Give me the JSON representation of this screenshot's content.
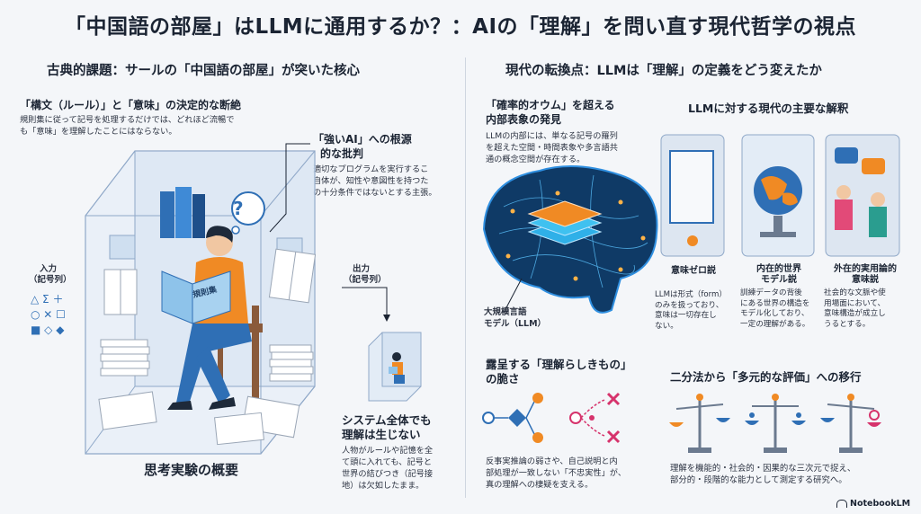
{
  "title": "「中国語の部屋」はLLMに通用するか？：AIの「理解」を問い直す現代哲学の視点",
  "left": {
    "header": "古典的課題：サールの「中国語の部屋」が突いた核心",
    "decisive": {
      "title": "「構文（ルール）」と「意味」の決定的な断絶",
      "line1": "規則集に従って記号を処理するだけでは、どれほど流暢で",
      "line2": "も「意味」を理解したことにはならない。"
    },
    "strong_ai": {
      "title1": "「強いAI」への根源",
      "title2": "的な批判",
      "line1": "適切なプログラムを実行するこ",
      "line2": "自体が、知性や意図性を持つた",
      "line3": "の十分条件ではないとする主張。"
    },
    "input": {
      "l1": "入力",
      "l2": "（記号列）",
      "symbols1": "△ Σ ＋",
      "symbols2": "○ ✕ ☐",
      "symbols3": "■ ◇ ◆"
    },
    "output": {
      "l1": "出力",
      "l2": "（記号列）"
    },
    "book_label": "規則集",
    "question_mark": "?",
    "caption": "思考実験の概要",
    "system": {
      "title1": "システム全体でも",
      "title2": "理解は生じない",
      "line1": "人物がルールや記憶を全",
      "line2": "て頭に入れても、記号と",
      "line3": "世界の結びつき（記号接",
      "line4": "地）は欠如したまま。"
    }
  },
  "right": {
    "header": "現代の転換点：LLMは「理解」の定義をどう変えたか",
    "parrot": {
      "title1": "「確率的オウム」を超える",
      "title2": "内部表象の発見",
      "line1": "LLMの内部には、単なる記号の羅列",
      "line2": "を超えた空間・時間表象や多言語共",
      "line3": "通の概念空間が存在する。"
    },
    "llm_label1": "大規模言語",
    "llm_label2": "モデル（LLM）",
    "interpretations": {
      "title": "LLMに対する現代の主要な解釈",
      "items": [
        {
          "name1": "意味ゼロ説",
          "name2": "",
          "l1": "LLMは形式（form）",
          "l2": "のみを扱っており、",
          "l3": "意味は一切存在し",
          "l4": "ない。"
        },
        {
          "name1": "内在的世界",
          "name2": "モデル説",
          "l1": "訓練データの背後",
          "l2": "にある世界の構造を",
          "l3": "モデル化しており、",
          "l4": "一定の理解がある。"
        },
        {
          "name1": "外在的実用論的",
          "name2": "意味説",
          "l1": "社会的な文脈や使",
          "l2": "用場面において、",
          "l3": "意味構造が成立し",
          "l4": "うるとする。"
        }
      ]
    },
    "fragility": {
      "title1": "露呈する「理解らしきもの」",
      "title2": "の脆さ",
      "line1": "反事実推論の弱さや、自己説明と内",
      "line2": "部処理が一致しない「不忠実性」が、",
      "line3": "真の理解への棲疑を支える。"
    },
    "multi": {
      "title": "二分法から「多元的な評価」への移行",
      "line1": "理解を機能的・社会的・因果的な三次元で捉え、",
      "line2": "部分的・段階的な能力として測定する研究へ。"
    }
  },
  "brand": "NotebookLM",
  "colors": {
    "accent_orange": "#f08a24",
    "accent_blue": "#2f6fb5",
    "ink": "#1b2433"
  }
}
